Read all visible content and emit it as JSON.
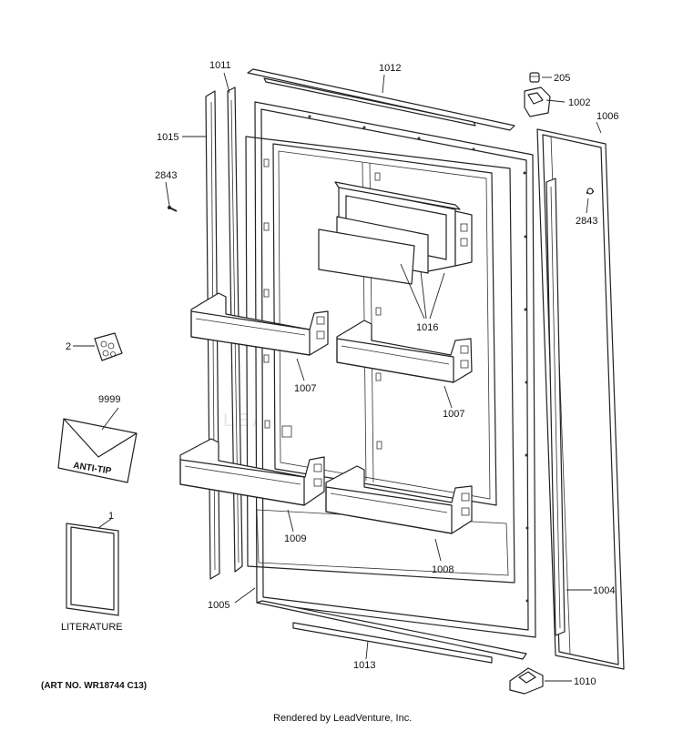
{
  "labels": {
    "p1011": "1011",
    "p1012": "1012",
    "p205": "205",
    "p1002": "1002",
    "p1006": "1006",
    "p1015": "1015",
    "p2843a": "2843",
    "p2843b": "2843",
    "p1016": "1016",
    "p2": "2",
    "p1007a": "1007",
    "p1007b": "1007",
    "p9999": "9999",
    "p1009": "1009",
    "p1": "1",
    "p1008": "1008",
    "p1005": "1005",
    "p1004": "1004",
    "p1013": "1013",
    "p1010": "1010"
  },
  "envelope_text": "ANTI-TIP",
  "literature_label": "LITERATURE",
  "watermark": "LEADVENTURE",
  "art_number": "(ART NO. WR18744 C13)",
  "footer": "Rendered by LeadVenture, Inc."
}
